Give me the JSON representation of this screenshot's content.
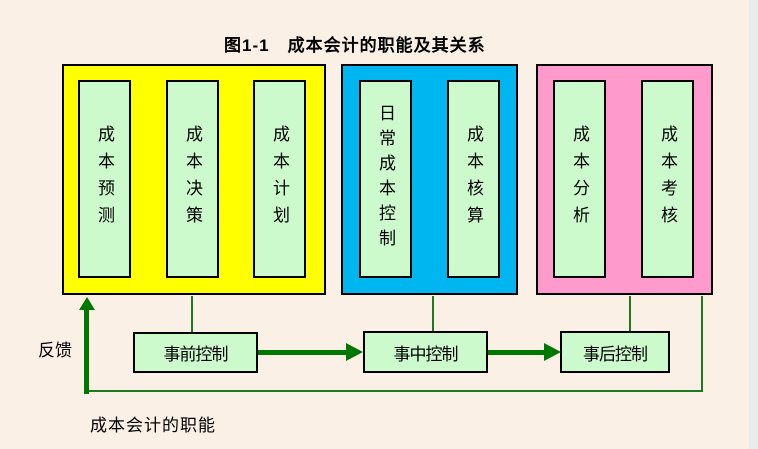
{
  "title": "图1-1　成本会计的职能及其关系",
  "groups": [
    {
      "name": "plan-stage",
      "color": "#FFFF00",
      "items": [
        "成本预测",
        "成本决策",
        "成本计划"
      ]
    },
    {
      "name": "daily-stage",
      "color": "#00B6F0",
      "items": [
        "日常成本控制",
        "成本核算"
      ]
    },
    {
      "name": "after-stage",
      "color": "#FF9ACC",
      "items": [
        "成本分析",
        "成本考核"
      ]
    }
  ],
  "control_boxes": [
    "事前控制",
    "事中控制",
    "事后控制"
  ],
  "feedback_label": "反馈",
  "caption": "成本会计的职能",
  "colors": {
    "background": "#FAF0E6",
    "group_yellow": "#FFFF00",
    "group_blue": "#00B6F0",
    "group_pink": "#FF9ACC",
    "item_green": "#CCFACC",
    "arrow_green": "#007800",
    "line_green": "#1F7A1F",
    "border_black": "#000000",
    "right_strip": "#E9ECEB"
  }
}
